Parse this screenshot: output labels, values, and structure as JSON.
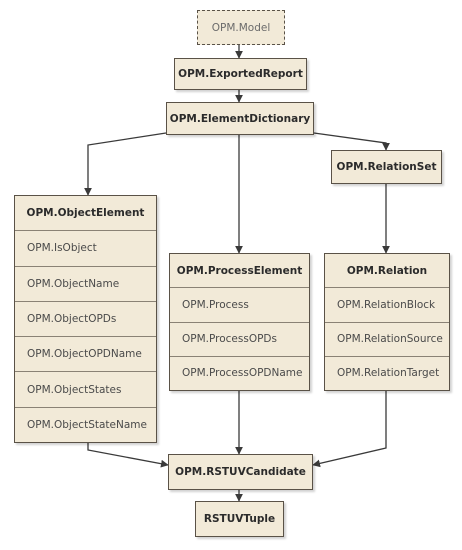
{
  "nodes": {
    "model": "OPM.Model",
    "exported_report": "OPM.ExportedReport",
    "element_dictionary": "OPM.ElementDictionary",
    "relation_set": "OPM.RelationSet",
    "rstuv_candidate": "OPM.RSTUVCandidate",
    "rstuv_tuple": "RSTUVTuple"
  },
  "object_element": {
    "title": "OPM.ObjectElement",
    "fields": [
      "OPM.IsObject",
      "OPM.ObjectName",
      "OPM.ObjectOPDs",
      "OPM.ObjectOPDName",
      "OPM.ObjectStates",
      "OPM.ObjectStateName"
    ]
  },
  "process_element": {
    "title": "OPM.ProcessElement",
    "fields": [
      "OPM.Process",
      "OPM.ProcessOPDs",
      "OPM.ProcessOPDName"
    ]
  },
  "relation": {
    "title": "OPM.Relation",
    "fields": [
      "OPM.RelationBlock",
      "OPM.RelationSource",
      "OPM.RelationTarget"
    ]
  },
  "colors": {
    "box_fill": "#f2ead8",
    "box_border": "#5a5247",
    "connector": "#3a3a3a"
  }
}
